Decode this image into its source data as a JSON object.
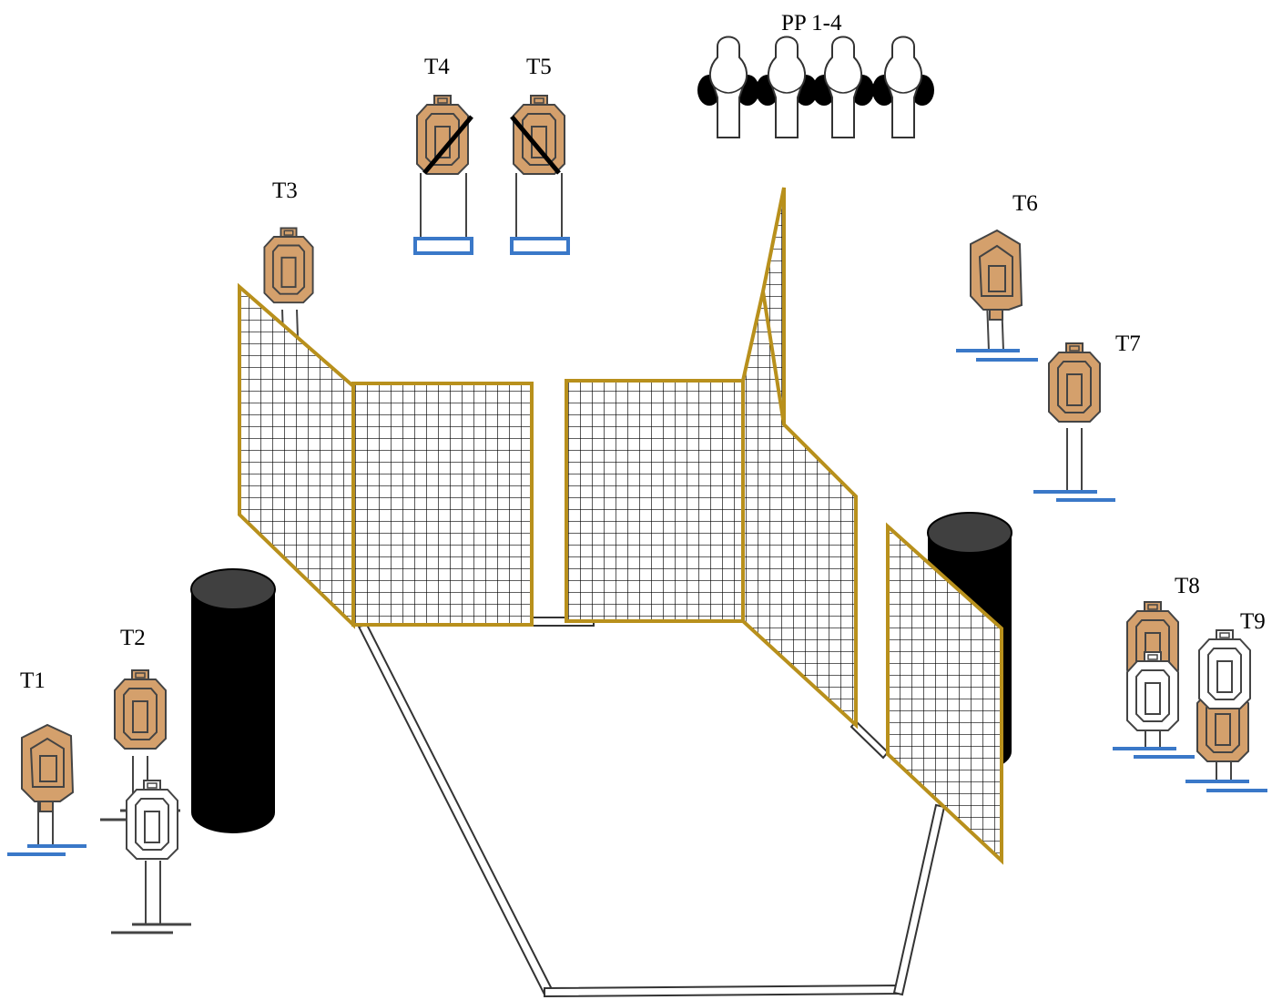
{
  "labels": {
    "t1": "T1",
    "t2": "T2",
    "t3": "T3",
    "t4": "T4",
    "t5": "T5",
    "t6": "T6",
    "t7": "T7",
    "t8": "T8",
    "t9": "T9",
    "pp": "PP 1-4"
  },
  "colors": {
    "cardboard": "#d4a06c",
    "outline": "#444444",
    "wall_frame": "#b8901c",
    "stand_base": "#3a78c8",
    "barrel": "#000000",
    "barrel_top": "#404040",
    "no_shoot": "#ffffff"
  },
  "icons": {
    "cardboard_target": "ipsc-cardboard-target",
    "no_shoot_target": "white-no-shoot-target",
    "popper": "pepper-popper",
    "barrel": "black-barrel",
    "wall": "mesh-wall",
    "fault_line": "shooting-box-fault-line"
  }
}
